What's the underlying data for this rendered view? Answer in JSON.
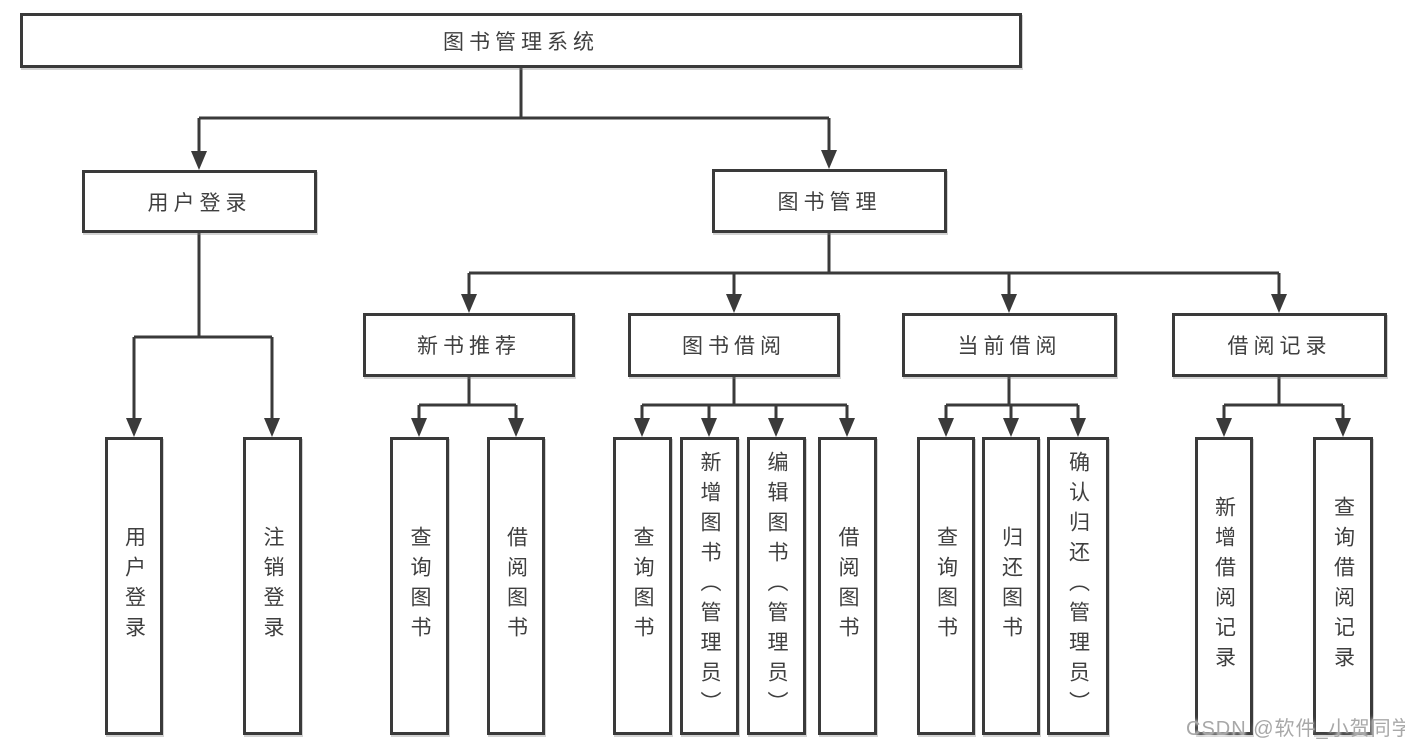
{
  "colors": {
    "line": "#3a3a3a",
    "box_border": "#3a3a3a",
    "box_fill": "#ffffff",
    "text": "#3f3f3f",
    "watermark_text": "#a8a8a8"
  },
  "nodes": {
    "root": "图书管理系统",
    "branches": [
      {
        "label": "用户登录",
        "children": [
          "用户登录",
          "注销登录"
        ]
      },
      {
        "label": "图书管理",
        "groups": [
          {
            "label": "新书推荐",
            "children": [
              "查询图书",
              "借阅图书"
            ]
          },
          {
            "label": "图书借阅",
            "children": [
              "查询图书",
              "新增图书（管理员）",
              "编辑图书（管理员）",
              "借阅图书"
            ]
          },
          {
            "label": "当前借阅",
            "children": [
              "查询图书",
              "归还图书",
              "确认归还（管理员）"
            ]
          },
          {
            "label": "借阅记录",
            "children": [
              "新增借阅记录",
              "查询借阅记录"
            ]
          }
        ]
      }
    ]
  },
  "watermark": {
    "text": "CSDN @软件_小贺同学"
  }
}
